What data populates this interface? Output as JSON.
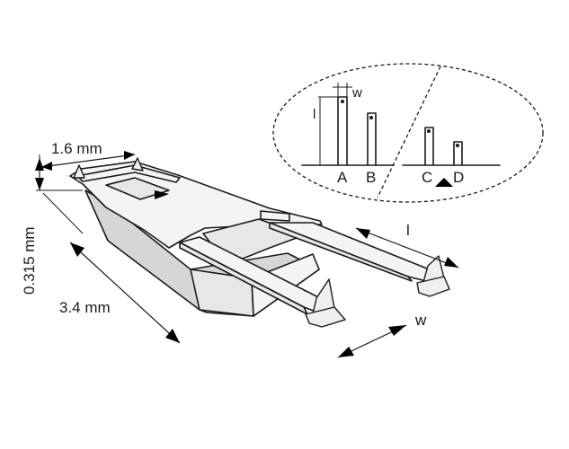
{
  "dimensions": {
    "width": "1.6 mm",
    "thickness": "0.315 mm",
    "length": "3.4 mm",
    "tip_length": "l",
    "tip_width": "w"
  },
  "inset": {
    "dim_l": "l",
    "dim_w": "w",
    "tips": [
      "A",
      "B",
      "C",
      "D"
    ]
  }
}
